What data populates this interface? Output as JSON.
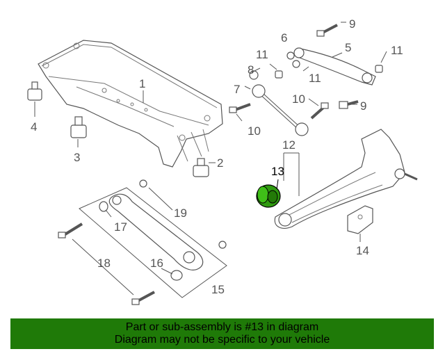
{
  "callouts": {
    "n1": "1",
    "n2": "2",
    "n3": "3",
    "n4": "4",
    "n5": "5",
    "n6": "6",
    "n7": "7",
    "n8": "8",
    "n9a": "9",
    "n9b": "9",
    "n10a": "10",
    "n10b": "10",
    "n11a": "11",
    "n11b": "11",
    "n11c": "11",
    "n12": "12",
    "n13": "13",
    "n14": "14",
    "n15": "15",
    "n16": "16",
    "n17": "17",
    "n18": "18",
    "n19": "19"
  },
  "highlight": {
    "part_number": "13",
    "color": "#2f9a10"
  },
  "banner": {
    "line1": "Part or sub-assembly is #13 in diagram",
    "line2": "Diagram may not be specific to your vehicle",
    "background": "#1f7a08"
  }
}
